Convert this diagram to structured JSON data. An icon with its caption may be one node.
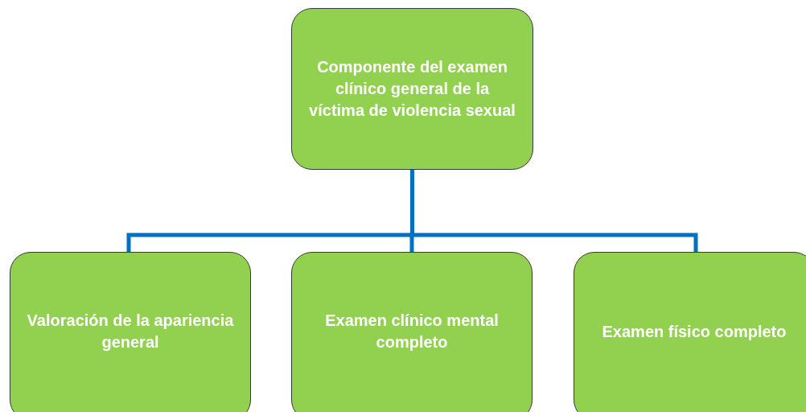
{
  "diagram": {
    "nodes": [
      {
        "text": [
          "Componente del examen clínico general de la víctima de violencia sexual"
        ]
      },
      {
        "text": [
          "Valoración de la apariencia general"
        ]
      },
      {
        "text": [
          "Examen clínico mental completo"
        ]
      },
      {
        "text": [
          "Examen físico completo"
        ]
      }
    ],
    "edges": [
      {
        "from": 0,
        "to": 1,
        "arrow": "none"
      },
      {
        "from": 0,
        "to": 2,
        "arrow": "none"
      },
      {
        "from": 0,
        "to": 3,
        "arrow": "none"
      }
    ]
  }
}
